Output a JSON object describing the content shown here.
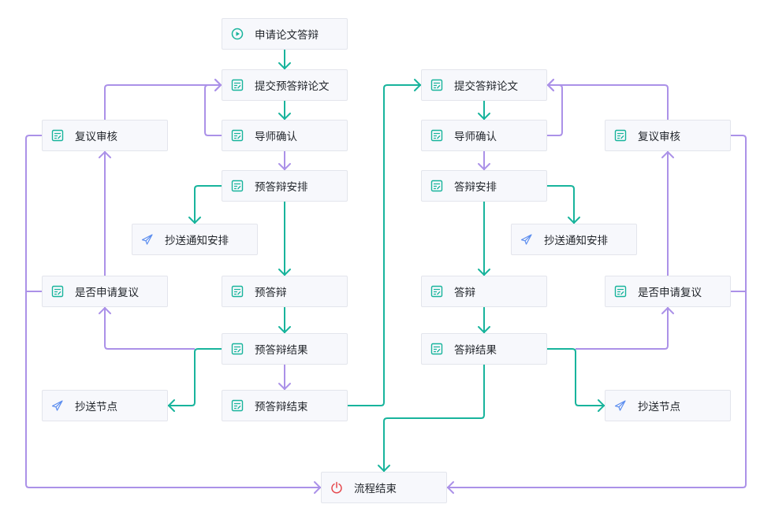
{
  "colors": {
    "flow_green": "#18b49c",
    "flow_purple": "#ab91e8",
    "end_red": "#e5484d",
    "copy_blue": "#5b8def",
    "node_bg": "#f7f8fc",
    "node_border": "#e3e5ec"
  },
  "nodes": [
    {
      "id": "start",
      "label": "申请论文答辩",
      "icon": "play-circle-icon"
    },
    {
      "id": "submit_pre",
      "label": "提交预答辩论文",
      "icon": "form-icon"
    },
    {
      "id": "advisor_pre",
      "label": "导师确认",
      "icon": "form-icon"
    },
    {
      "id": "arrange_pre",
      "label": "预答辩安排",
      "icon": "form-icon"
    },
    {
      "id": "cc_arrange_pre",
      "label": "抄送通知安排",
      "icon": "send-icon"
    },
    {
      "id": "pre_defense",
      "label": "预答辩",
      "icon": "form-icon"
    },
    {
      "id": "pre_result",
      "label": "预答辩结果",
      "icon": "form-icon"
    },
    {
      "id": "pre_end",
      "label": "预答辩结束",
      "icon": "form-icon"
    },
    {
      "id": "review_apply_l",
      "label": "是否申请复议",
      "icon": "form-icon"
    },
    {
      "id": "review_l",
      "label": "复议审核",
      "icon": "form-icon"
    },
    {
      "id": "cc_node_l",
      "label": "抄送节点",
      "icon": "send-icon"
    },
    {
      "id": "submit",
      "label": "提交答辩论文",
      "icon": "form-icon"
    },
    {
      "id": "advisor",
      "label": "导师确认",
      "icon": "form-icon"
    },
    {
      "id": "arrange",
      "label": "答辩安排",
      "icon": "form-icon"
    },
    {
      "id": "cc_arrange",
      "label": "抄送通知安排",
      "icon": "send-icon"
    },
    {
      "id": "defense",
      "label": "答辩",
      "icon": "form-icon"
    },
    {
      "id": "result",
      "label": "答辩结果",
      "icon": "form-icon"
    },
    {
      "id": "review_apply_r",
      "label": "是否申请复议",
      "icon": "form-icon"
    },
    {
      "id": "review_r",
      "label": "复议审核",
      "icon": "form-icon"
    },
    {
      "id": "cc_node_r",
      "label": "抄送节点",
      "icon": "send-icon"
    },
    {
      "id": "end",
      "label": "流程结束",
      "icon": "power-icon"
    }
  ],
  "edges": [
    {
      "from": "start",
      "to": "submit_pre",
      "color": "green"
    },
    {
      "from": "submit_pre",
      "to": "advisor_pre",
      "color": "green"
    },
    {
      "from": "advisor_pre",
      "to": "submit_pre",
      "color": "purple"
    },
    {
      "from": "advisor_pre",
      "to": "arrange_pre",
      "color": "purple"
    },
    {
      "from": "arrange_pre",
      "to": "cc_arrange_pre",
      "color": "green"
    },
    {
      "from": "arrange_pre",
      "to": "pre_defense",
      "color": "green"
    },
    {
      "from": "pre_defense",
      "to": "pre_result",
      "color": "green"
    },
    {
      "from": "pre_result",
      "to": "review_apply_l",
      "color": "purple"
    },
    {
      "from": "pre_result",
      "to": "cc_node_l",
      "color": "green"
    },
    {
      "from": "pre_result",
      "to": "pre_end",
      "color": "purple"
    },
    {
      "from": "review_apply_l",
      "to": "review_l",
      "color": "purple"
    },
    {
      "from": "review_l",
      "to": "submit_pre",
      "color": "purple"
    },
    {
      "from": "review_l",
      "to": "end",
      "color": "purple"
    },
    {
      "from": "review_apply_l",
      "to": "end",
      "color": "purple"
    },
    {
      "from": "pre_end",
      "to": "submit",
      "color": "green"
    },
    {
      "from": "submit",
      "to": "advisor",
      "color": "green"
    },
    {
      "from": "advisor",
      "to": "submit",
      "color": "purple"
    },
    {
      "from": "advisor",
      "to": "arrange",
      "color": "purple"
    },
    {
      "from": "arrange",
      "to": "cc_arrange",
      "color": "green"
    },
    {
      "from": "arrange",
      "to": "defense",
      "color": "green"
    },
    {
      "from": "defense",
      "to": "result",
      "color": "green"
    },
    {
      "from": "result",
      "to": "review_apply_r",
      "color": "purple"
    },
    {
      "from": "result",
      "to": "cc_node_r",
      "color": "green"
    },
    {
      "from": "result",
      "to": "end",
      "color": "green"
    },
    {
      "from": "review_apply_r",
      "to": "review_r",
      "color": "purple"
    },
    {
      "from": "review_r",
      "to": "submit",
      "color": "purple"
    },
    {
      "from": "review_r",
      "to": "end",
      "color": "purple"
    },
    {
      "from": "review_apply_r",
      "to": "end",
      "color": "purple"
    }
  ]
}
